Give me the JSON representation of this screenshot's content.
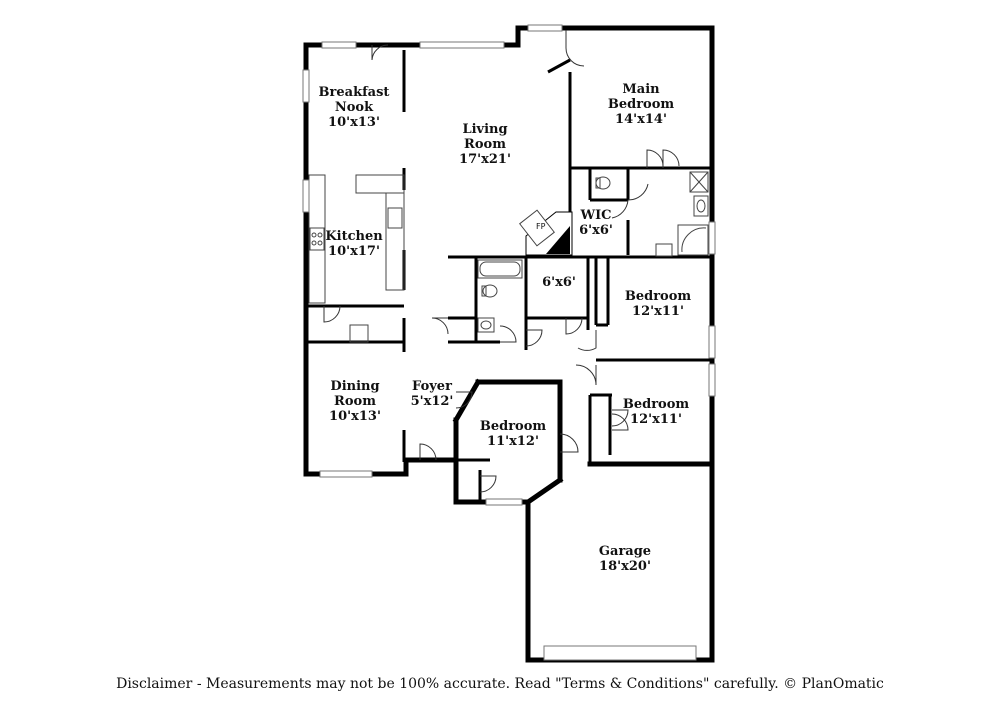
{
  "rooms": {
    "breakfast_nook": {
      "name_line1": "Breakfast",
      "name_line2": "Nook",
      "size": "10'x13'"
    },
    "living_room": {
      "name_line1": "Living",
      "name_line2": "Room",
      "size": "17'x21'"
    },
    "main_bedroom": {
      "name_line1": "Main",
      "name_line2": "Bedroom",
      "size": "14'x14'"
    },
    "kitchen": {
      "name": "Kitchen",
      "size": "10'x17'"
    },
    "wic": {
      "name": "WIC",
      "size": "6'x6'"
    },
    "closet": {
      "size": "6'x6'"
    },
    "bedroom_east_upper": {
      "name": "Bedroom",
      "size": "12'x11'"
    },
    "dining_room": {
      "name_line1": "Dining",
      "name_line2": "Room",
      "size": "10'x13'"
    },
    "foyer": {
      "name": "Foyer",
      "size": "5'x12'"
    },
    "bedroom_front": {
      "name": "Bedroom",
      "size": "11'x12'"
    },
    "bedroom_east_lower": {
      "name": "Bedroom",
      "size": "12'x11'"
    },
    "garage": {
      "name": "Garage",
      "size": "18'x20'"
    }
  },
  "fireplace_label": "FP",
  "disclaimer": "Disclaimer - Measurements may not be 100% accurate. Read \"Terms & Conditions\" carefully. © PlanOmatic"
}
